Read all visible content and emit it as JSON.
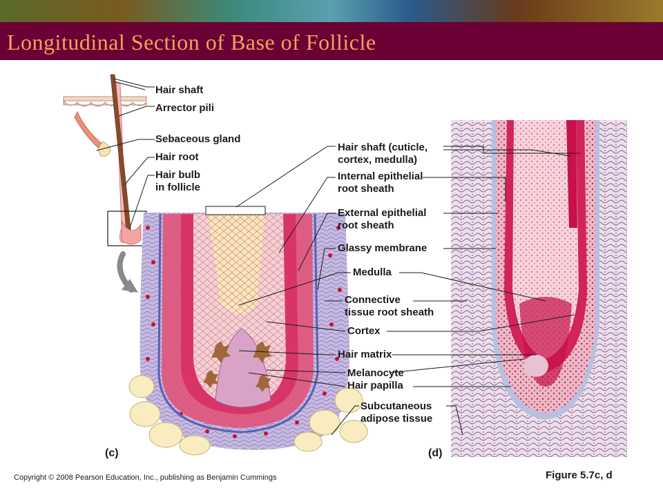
{
  "title": "Longitudinal Section of Base of Follicle",
  "labels": {
    "hair_shaft": "Hair shaft",
    "arrector_pili": "Arrector pili",
    "sebaceous_gland": "Sebaceous gland",
    "hair_root": "Hair root",
    "hair_bulb_1": "Hair bulb",
    "hair_bulb_2": "in follicle",
    "hair_shaft_cuticle_1": "Hair shaft (cuticle,",
    "hair_shaft_cuticle_2": "cortex, medulla)",
    "internal_sheath_1": "Internal epithelial",
    "internal_sheath_2": "root sheath",
    "external_sheath_1": "External epithelial",
    "external_sheath_2": "root sheath",
    "glassy_membrane": "Glassy membrane",
    "medulla": "Medulla",
    "connective_1": "Connective",
    "connective_2": "tissue root sheath",
    "cortex": "Cortex",
    "hair_matrix": "Hair matrix",
    "melanocyte": "Melanocyte",
    "hair_papilla": "Hair papilla",
    "adipose_1": "Subcutaneous",
    "adipose_2": "adipose tissue"
  },
  "panel_c": "(c)",
  "panel_d": "(d)",
  "copyright": "Copyright © 2008 Pearson Education, Inc., publishing as Benjamin Cummings",
  "figure": "Figure 5.7c, d",
  "colors": {
    "title_bar": "#6b0034",
    "title_text": "#f1a35f"
  }
}
